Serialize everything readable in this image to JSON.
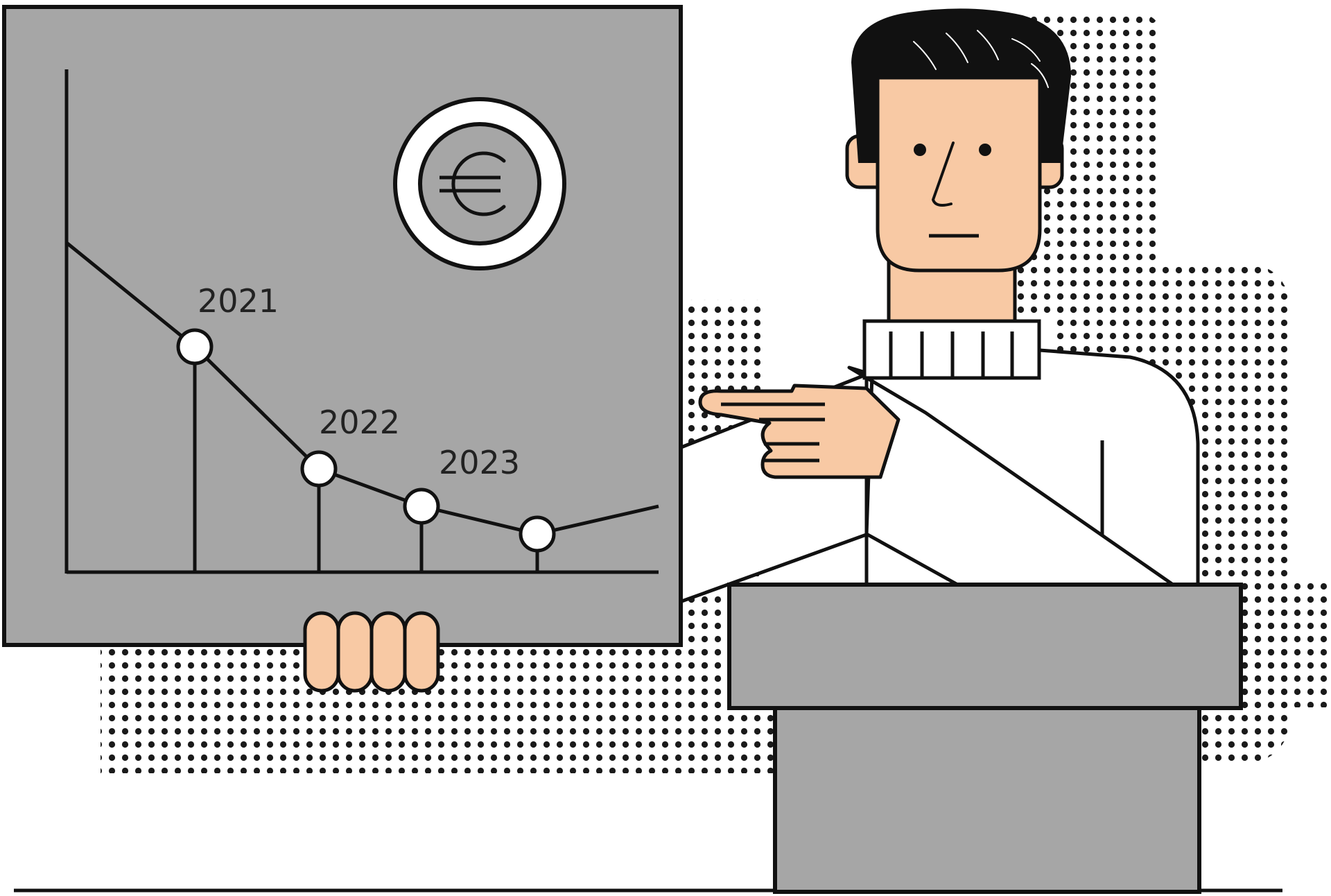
{
  "illustration": {
    "colors": {
      "board": "#a6a6a6",
      "skin": "#f8c9a4",
      "hair": "#111111",
      "outline": "#111111",
      "sweater": "#ffffff",
      "lectern": "#a6a6a6",
      "dots": "#1a1a1a"
    },
    "coin_symbol": "€",
    "coin_icon": "euro-coin-icon",
    "chart_markers": [
      {
        "label": "2021"
      },
      {
        "label": "2022"
      },
      {
        "label": "2023"
      }
    ]
  }
}
